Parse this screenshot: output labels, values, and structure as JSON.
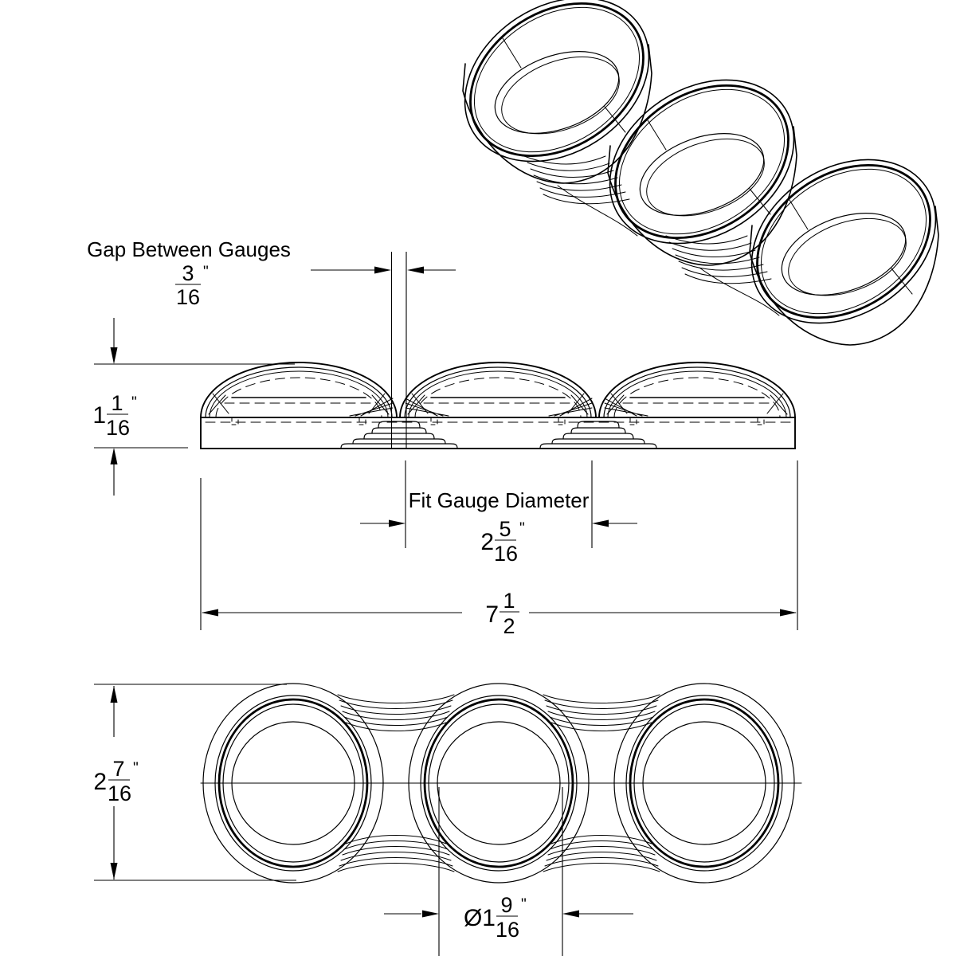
{
  "colors": {
    "line": "#000000",
    "background": "#ffffff"
  },
  "dimensions": {
    "gap": {
      "label": "Gap Between Gauges",
      "numerator": "3",
      "denominator": "16",
      "unit": "\""
    },
    "height": {
      "whole": "1",
      "numerator": "1",
      "denominator": "16",
      "unit": "\""
    },
    "fit": {
      "label": "Fit Gauge Diameter",
      "whole": "2",
      "numerator": "5",
      "denominator": "16",
      "unit": "\""
    },
    "width": {
      "whole": "7",
      "numerator": "1",
      "denominator": "2"
    },
    "depth": {
      "whole": "2",
      "numerator": "7",
      "denominator": "16",
      "unit": "\""
    },
    "hole": {
      "whole": "Ø1",
      "numerator": "9",
      "denominator": "16",
      "unit": "\""
    }
  }
}
